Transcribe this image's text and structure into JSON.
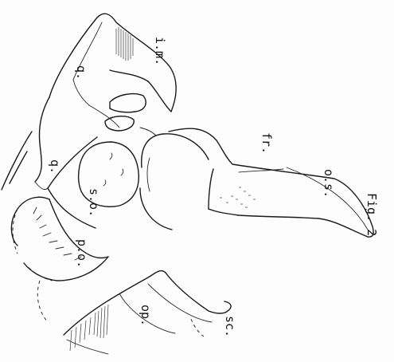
{
  "figure": {
    "caption": "Fig. 2",
    "labels": {
      "im": "i.m.",
      "q_upper": "q.",
      "q_lower": "q.",
      "so": "s.o.",
      "fr": "fr.",
      "os": "o.s.",
      "po": "p.o.",
      "op": "op.",
      "sc": "sc."
    }
  }
}
